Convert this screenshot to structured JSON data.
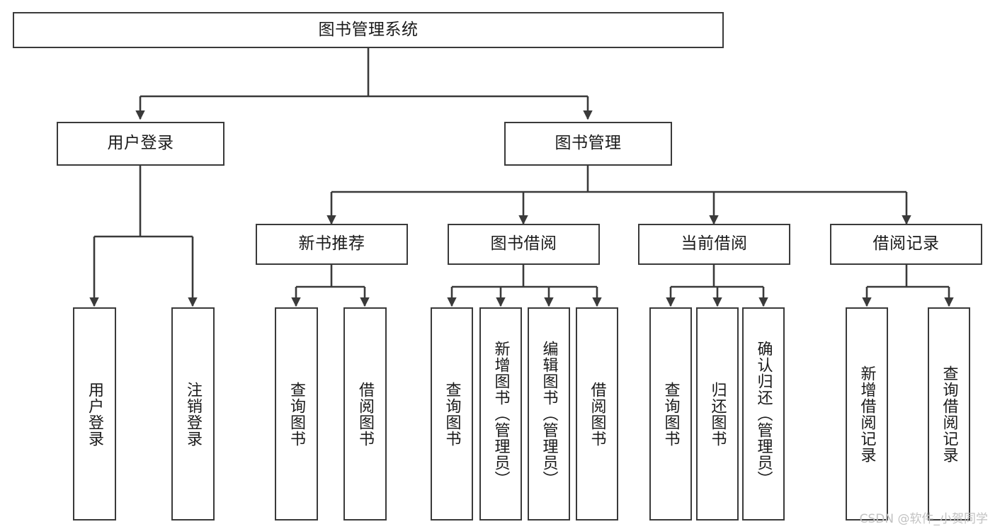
{
  "diagram": {
    "title": "图书管理系统",
    "watermark": "CSDN @软件_小贺同学",
    "line_color": "#3a3a3a",
    "text_color": "#1a1a1a",
    "background": "#ffffff"
  },
  "nodes": {
    "root": {
      "label": "图书管理系统"
    },
    "level2": [
      {
        "label": "用户登录"
      },
      {
        "label": "图书管理"
      }
    ],
    "level3": [
      {
        "label": "新书推荐"
      },
      {
        "label": "图书借阅"
      },
      {
        "label": "当前借阅"
      },
      {
        "label": "借阅记录"
      }
    ],
    "leaves_user_login": [
      {
        "label": "用户登录"
      },
      {
        "label": "注销登录"
      }
    ],
    "leaves_new_book": [
      {
        "label": "查询图书"
      },
      {
        "label": "借阅图书"
      }
    ],
    "leaves_borrow": [
      {
        "label": "查询图书"
      },
      {
        "label": "新增图书（管理员）"
      },
      {
        "label": "编辑图书（管理员）"
      },
      {
        "label": "借阅图书"
      }
    ],
    "leaves_current": [
      {
        "label": "查询图书"
      },
      {
        "label": "归还图书"
      },
      {
        "label": "确认归还（管理员）"
      }
    ],
    "leaves_records": [
      {
        "label": "新增借阅记录"
      },
      {
        "label": "查询借阅记录"
      }
    ]
  }
}
